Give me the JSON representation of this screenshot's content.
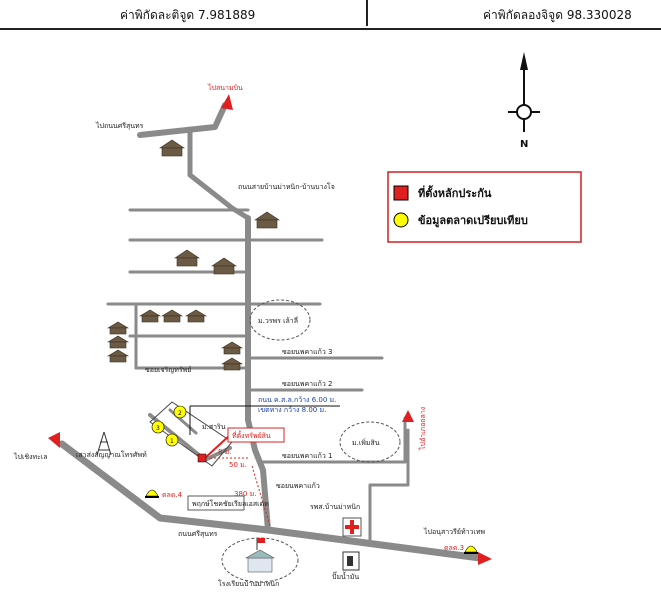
{
  "coords": {
    "lat_label": "ค่าพิกัดละติจูด 7.981889",
    "lon_label": "ค่าพิกัดลองจิจูด 98.330028"
  },
  "legend": {
    "marker_label": "ที่ตั้งหลักประกัน",
    "market_label": "ข้อมูลตลาดเปรียบเทียบ"
  },
  "north": "N",
  "labels": {
    "to_airport": "ไปสนามบิน",
    "to_thepkrasattri": "ไปถนนศรีสุนทร",
    "road_main": "ถนนสายบ้านม่าหนิก-บ้านบางโจ",
    "village_woraporn": "ม.วรพร เล้าลี่",
    "soi_3": "ซอยนพคาแก้ว 3",
    "soi_charoen": "ซอยเจริญทรัพย์",
    "soi_2": "ซอยนพคาแก้ว 2",
    "road_width_1": "ถนน ค.ส.ล.กว้าง 6.00 ม.",
    "road_width_2": "เขตทาง กว้าง 8.00 ม.",
    "village_sarisin": "ม.สาริน",
    "site": "ที่ตั้งทรัพย์สิน",
    "dist_8": "8 ม.",
    "dist_50": "50 ม.",
    "village_serm": "ม.เพิ่มสิน",
    "soi_1": "ซอยนพคาแก้ว 1",
    "soi_main": "ซอยนพคาแก้ว",
    "to_chalong": "ไปอำเภอถลาง",
    "to_chonglake": "ไปเชิงทะเล",
    "telecom": "เสาส่งสัญญาณโทรศัพท์",
    "school_label": "โรงเรียนบ้านม่าหนิก",
    "dist_380": "380 ม.",
    "market_4": "ตลด.4",
    "market_3": "ตลด.3",
    "shop": "พฤกษ์โชคชัยเรียลเอสเตท",
    "hospital": "รพส.บ้านม่าหนิก",
    "road_srisoontorn": "ถนนศรีสุนทร",
    "to_sarasin": "ไปอนุสาวรีย์ท้าวเทพ",
    "gas": "ปั๊มน้ำมัน",
    "plot_1": "1",
    "plot_2": "2",
    "plot_3": "3"
  },
  "colors": {
    "road": "#8a8a8a",
    "accent_red": "#e02020",
    "market_yellow": "#ffff00"
  }
}
